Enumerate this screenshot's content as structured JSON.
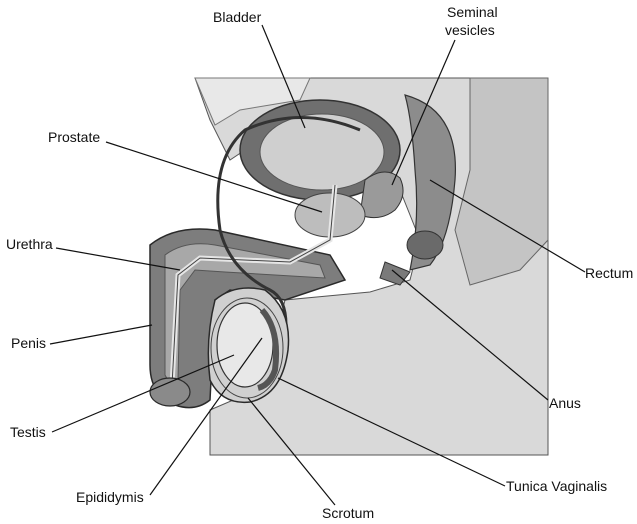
{
  "labels": {
    "bladder": "Bladder",
    "seminal_line1": "Seminal",
    "seminal_line2": "vesicles",
    "prostate": "Prostate",
    "urethra": "Urethra",
    "rectum": "Rectum",
    "penis": "Penis",
    "anus": "Anus",
    "testis": "Testis",
    "tunica_vaginalis": "Tunica Vaginalis",
    "epididymis": "Epididymis",
    "scrotum": "Scrotum"
  },
  "colors": {
    "background": "#ffffff",
    "body_tissue": "#d6d6d6",
    "dark_tissue": "#6f6f6f",
    "mid_tissue": "#a9a9a9",
    "light_tissue": "#e6e6e6",
    "outline": "#2a2a2a",
    "label_text": "#111111"
  }
}
